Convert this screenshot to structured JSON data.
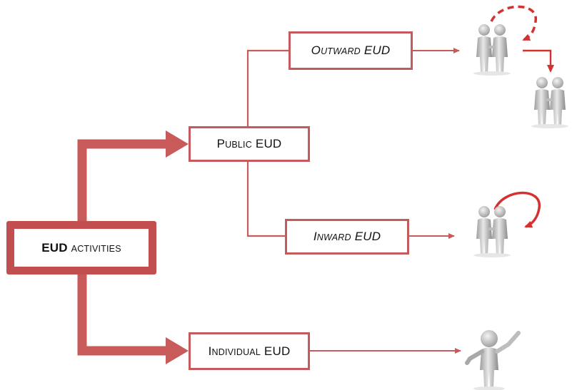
{
  "colors": {
    "thick_connector": "#c85a5a",
    "thin_connector": "#c85a5a",
    "curved_arrow": "#d43131",
    "figure_gray": "#c8c8c8"
  },
  "boxes": {
    "eud_activities": {
      "strong": "EUD",
      "rest": "activities"
    },
    "public": {
      "initial": "P",
      "caps": "ublic",
      "rest": "EUD"
    },
    "outward": {
      "initial": "O",
      "caps": "utward",
      "rest": "EUD"
    },
    "inward": {
      "initial": "I",
      "caps": "nward",
      "rest": "EUD"
    },
    "individual": {
      "initial": "I",
      "caps": "ndividual",
      "rest": "EUD"
    }
  },
  "icons": {
    "outward_pair_top": "handshake-figures-icon",
    "outward_pair_bottom": "handshake-figures-icon",
    "inward_pair": "handshake-figures-icon",
    "individual": "presenting-figure-icon",
    "outward_loop": "dashed-curved-arrow-icon",
    "inward_loop": "solid-curved-arrow-icon"
  }
}
